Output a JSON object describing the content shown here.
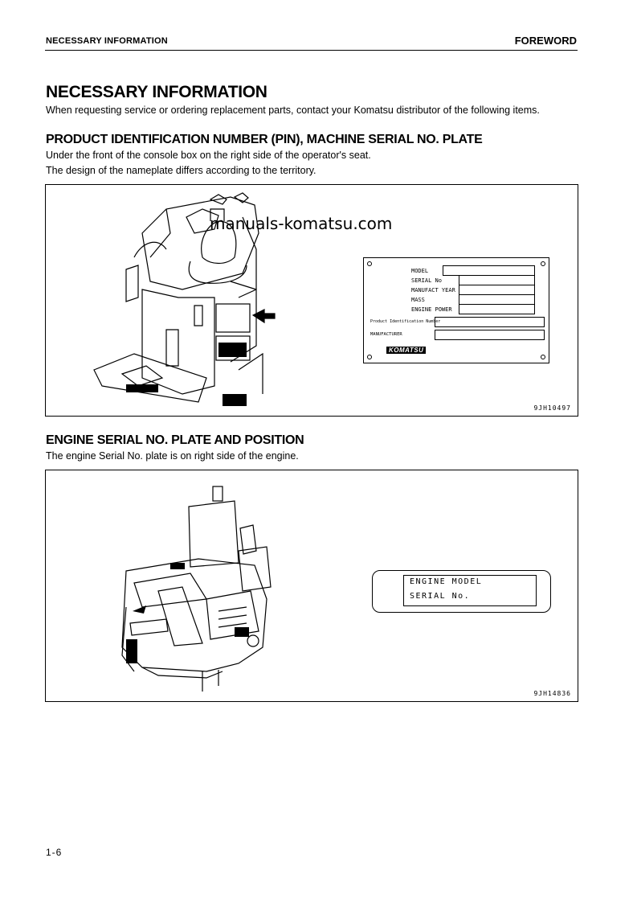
{
  "header": {
    "section_label": "NECESSARY INFORMATION",
    "chapter_label": "FOREWORD"
  },
  "title": "NECESSARY INFORMATION",
  "intro": "When requesting service or ordering replacement parts, contact your Komatsu distributor of the following items.",
  "section1": {
    "heading": "PRODUCT IDENTIFICATION NUMBER (PIN), MACHINE SERIAL NO. PLATE",
    "line1": "Under the front of the console box on the right side of the operator's seat.",
    "line2": "The design of the nameplate differs according to the territory.",
    "watermark": "manuals-komatsu.com",
    "figure_code": "9JH10497",
    "nameplate": {
      "labels": [
        "MODEL",
        "SERIAL No",
        "MANUFACT YEAR",
        "MASS",
        "ENGINE POWER"
      ],
      "pin_label": "Product Identification Number",
      "manufacturer_label": "MANUFACTURER",
      "brand": "KOMATSU"
    }
  },
  "section2": {
    "heading": "ENGINE SERIAL NO. PLATE AND POSITION",
    "line1": "The engine Serial No. plate is on right side of the engine.",
    "figure_code": "9JH14836",
    "plate": {
      "engine_model_label": "ENGINE MODEL",
      "serial_label": "SERIAL No."
    }
  },
  "page_number": "1-6"
}
